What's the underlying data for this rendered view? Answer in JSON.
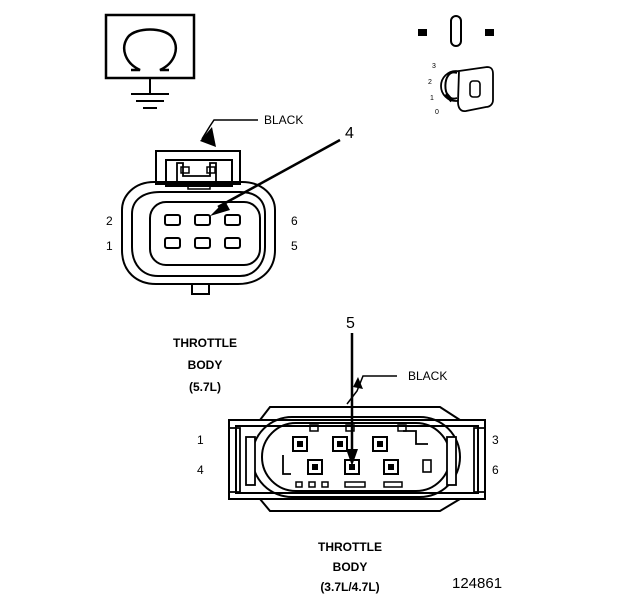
{
  "meter_symbol": {
    "icon": "ohmmeter-icon"
  },
  "ignition_symbol": {
    "icon": "ignition-key-icon",
    "positions": [
      "3",
      "2",
      "1",
      "0"
    ]
  },
  "connector_top": {
    "color_label": "BLACK",
    "callout": "4",
    "pins_left": [
      "2",
      "1"
    ],
    "pins_right": [
      "6",
      "5"
    ],
    "title_lines": [
      "THROTTLE",
      "BODY",
      "(5.7L)"
    ]
  },
  "connector_bottom": {
    "callout": "5",
    "color_label": "BLACK",
    "pins_left": [
      "1",
      "4"
    ],
    "pins_right": [
      "3",
      "6"
    ],
    "title_lines": [
      "THROTTLE",
      "BODY",
      "(3.7L/4.7L)"
    ]
  },
  "figure_number": "124861"
}
